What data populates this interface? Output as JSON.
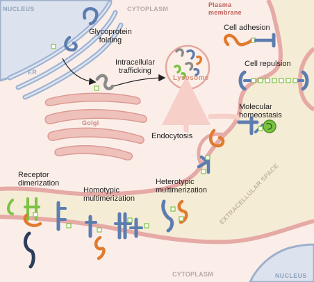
{
  "regions": {
    "nucleus_top": "NUCLEUS",
    "cytoplasm_top": "CYTOPLASM",
    "plasma_membrane": [
      "Plasma",
      "membrane"
    ],
    "er": "ER",
    "golgi": "Golgi",
    "lysosome": "Lysosome",
    "extracellular_space": "EXTRACELLULAR SPACE",
    "cytoplasm_bottom": "CYTOPLASM",
    "nucleus_bottom": "NUCLEUS"
  },
  "labels": {
    "glycoprotein_folding": [
      "Glycoprotein",
      "folding"
    ],
    "intracellular_trafficking": [
      "Intracellular",
      "trafficking"
    ],
    "cell_adhesion": "Cell adhesion",
    "cell_repulsion": "Cell repulsion",
    "molecular_homeostasis": [
      "Molecular",
      "homeostasis"
    ],
    "endocytosis": "Endocytosis",
    "receptor_dimerization": [
      "Receptor",
      "dimerization"
    ],
    "homotypic_multimerization": [
      "Homotypic",
      "multimerization"
    ],
    "heterotypic_multimerization": [
      "Heterotypic",
      "multimerization"
    ]
  },
  "colors": {
    "background": "#fbeee9",
    "extracellular": "#f5ecd6",
    "membrane": "#e8b4b0",
    "nucleus": "#dde3ee",
    "er": "#c8d3e6",
    "golgi": "#eec1bb",
    "lysosome_fill": "#fcefe8",
    "protein_blue": "#5c7db0",
    "protein_orange": "#e07a2e",
    "protein_green": "#7cc242",
    "protein_gray": "#8a8a8a",
    "protein_navy": "#2e3d5c"
  },
  "icons": [
    "glycan-square",
    "membrane-receptor",
    "trafficking-arrow"
  ]
}
